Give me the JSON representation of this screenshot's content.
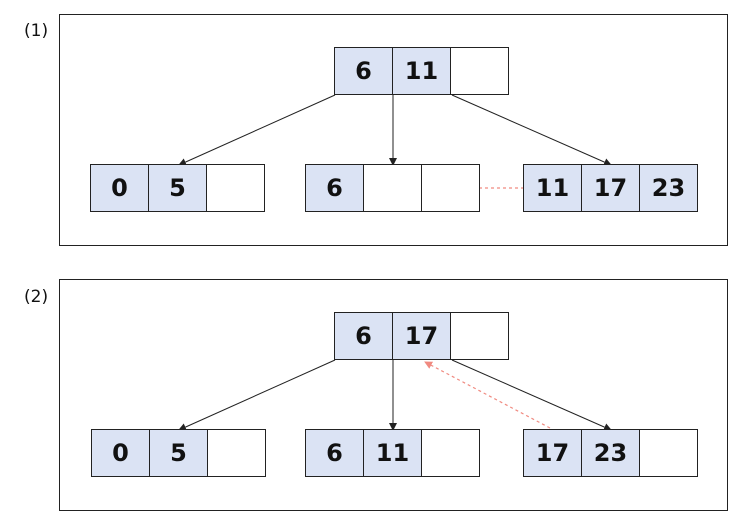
{
  "colors": {
    "key_fill": "#dbe3f4",
    "empty_fill": "#ffffff",
    "border": "#222222",
    "pointer_arrow": "#f08a80"
  },
  "panels": [
    {
      "label": "(1)",
      "root": [
        "6",
        "11",
        ""
      ],
      "children": [
        [
          "0",
          "5",
          ""
        ],
        [
          "6",
          "",
          ""
        ],
        [
          "11",
          "17",
          "23"
        ]
      ]
    },
    {
      "label": "(2)",
      "root": [
        "6",
        "17",
        ""
      ],
      "children": [
        [
          "0",
          "5",
          ""
        ],
        [
          "6",
          "11",
          ""
        ],
        [
          "17",
          "23",
          ""
        ]
      ]
    }
  ]
}
